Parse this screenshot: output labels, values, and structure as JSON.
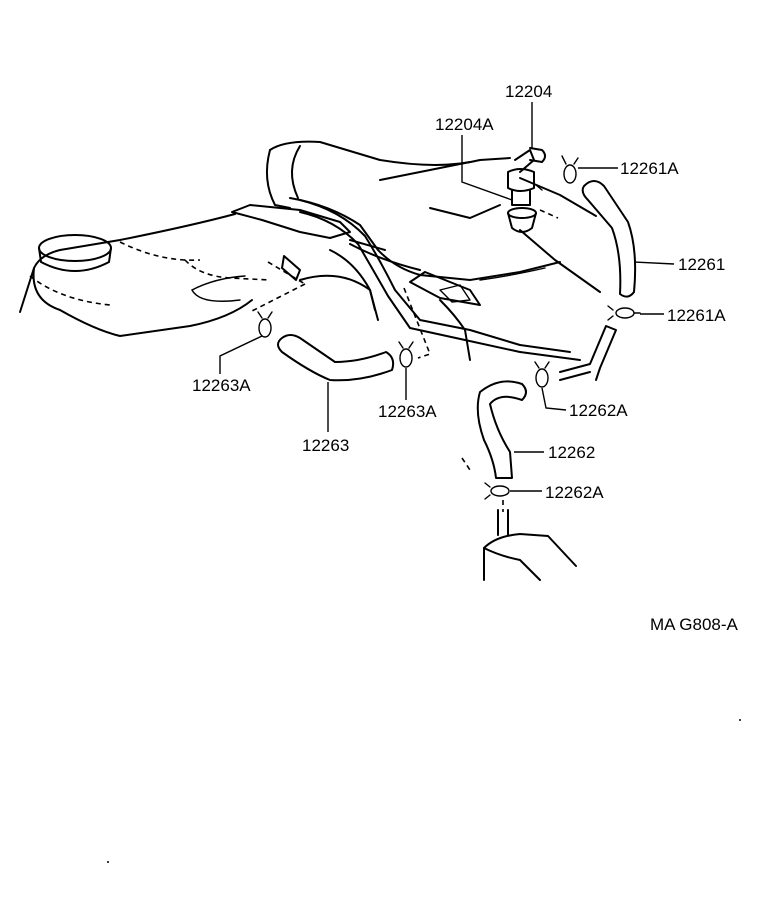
{
  "parts": {
    "p12204": "12204",
    "p12204A": "12204A",
    "p12261A_top": "12261A",
    "p12261": "12261",
    "p12261A_mid": "12261A",
    "p12263A_left": "12263A",
    "p12263": "12263",
    "p12263A_right": "12263A",
    "p12262A_top": "12262A",
    "p12262": "12262",
    "p12262A_bottom": "12262A"
  },
  "figure_code": "MA G808-A"
}
